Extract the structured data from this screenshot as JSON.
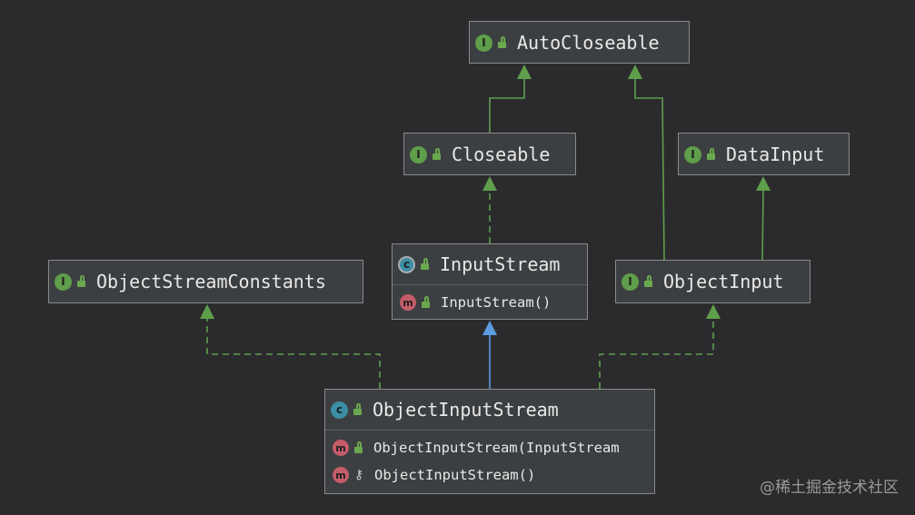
{
  "nodes": {
    "autocloseable": {
      "name": "AutoCloseable",
      "kind": "interface",
      "badge": "I"
    },
    "closeable": {
      "name": "Closeable",
      "kind": "interface",
      "badge": "I"
    },
    "datainput": {
      "name": "DataInput",
      "kind": "interface",
      "badge": "I"
    },
    "inputstream": {
      "name": "InputStream",
      "kind": "abstract-class",
      "badge": "c",
      "members": [
        {
          "badge": "m",
          "label": "InputStream()"
        }
      ]
    },
    "objectinput": {
      "name": "ObjectInput",
      "kind": "interface",
      "badge": "I"
    },
    "objectstreamconstants": {
      "name": "ObjectStreamConstants",
      "kind": "interface",
      "badge": "I"
    },
    "objectinputstream": {
      "name": "ObjectInputStream",
      "kind": "class",
      "badge": "c",
      "members": [
        {
          "badge": "m",
          "label": "ObjectInputStream(InputStream"
        },
        {
          "badge": "m",
          "label": "ObjectInputStream()"
        }
      ]
    }
  },
  "edges": [
    {
      "from": "closeable",
      "to": "autocloseable",
      "style": "solid-green"
    },
    {
      "from": "objectinput",
      "to": "autocloseable",
      "style": "solid-green"
    },
    {
      "from": "objectinput",
      "to": "datainput",
      "style": "solid-green"
    },
    {
      "from": "inputstream",
      "to": "closeable",
      "style": "dashed-green"
    },
    {
      "from": "objectinputstream",
      "to": "inputstream",
      "style": "solid-blue"
    },
    {
      "from": "objectinputstream",
      "to": "objectstreamconstants",
      "style": "dashed-green"
    },
    {
      "from": "objectinputstream",
      "to": "objectinput",
      "style": "dashed-green"
    }
  ],
  "colors": {
    "background": "#2b2b2e",
    "implements": "#5f9e4b",
    "extends": "#5b9be0",
    "interface_badge": "#5f9e4b",
    "class_badge": "#3b8ea5",
    "method_badge": "#c45c6a"
  },
  "watermark": "@稀土掘金技术社区"
}
